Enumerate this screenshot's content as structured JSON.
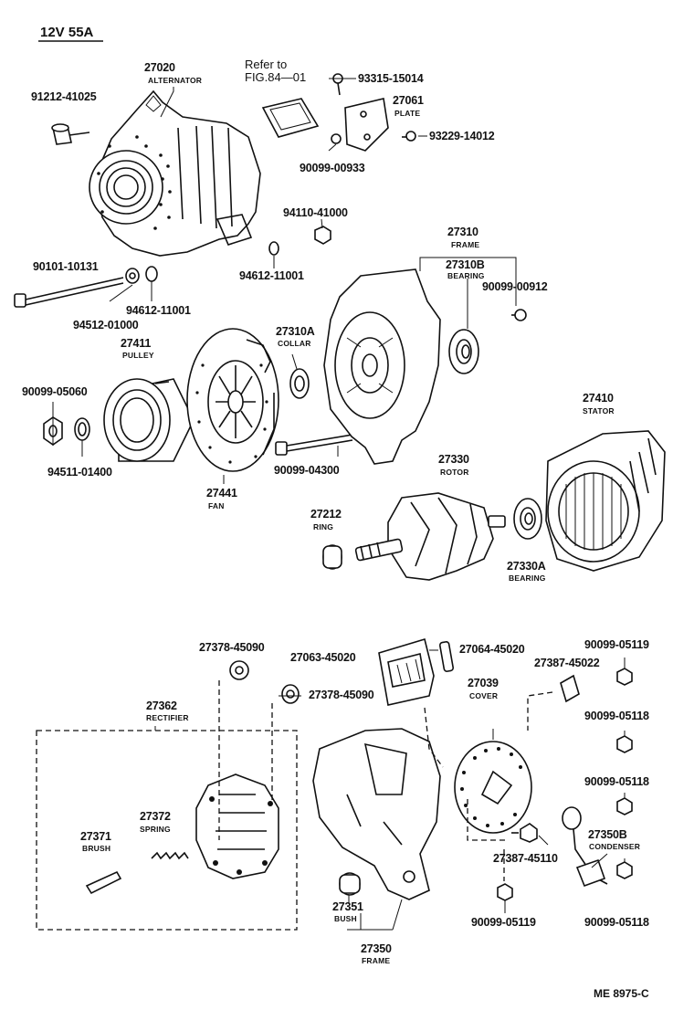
{
  "title": "12V 55A",
  "reference": {
    "line1": "Refer to",
    "line2": "FIG.84—01"
  },
  "figure_code": "ME  8975-C",
  "parts": {
    "alternator": {
      "number": "27020",
      "name": "ALTERNATOR"
    },
    "bolt_91212": {
      "number": "91212-41025"
    },
    "screw_93315": {
      "number": "93315-15014"
    },
    "plate": {
      "number": "27061",
      "name": "PLATE"
    },
    "screw_93229": {
      "number": "93229-14012"
    },
    "screw_90099_00933": {
      "number": "90099-00933"
    },
    "nut_94110": {
      "number": "94110-41000"
    },
    "washer_94612_a": {
      "number": "94612-11001"
    },
    "bolt_90101": {
      "number": "90101-10131"
    },
    "washer_94612_b": {
      "number": "94612-11001"
    },
    "nut_94512": {
      "number": "94512-01000"
    },
    "frame_drive": {
      "number": "27310",
      "name": "FRAME"
    },
    "bearing_front": {
      "number": "27310B",
      "name": "BEARING"
    },
    "screw_90099_00912": {
      "number": "90099-00912"
    },
    "pulley": {
      "number": "27411",
      "name": "PULLEY"
    },
    "collar": {
      "number": "27310A",
      "name": "COLLAR"
    },
    "nut_90099_05060": {
      "number": "90099-05060"
    },
    "washer_94511": {
      "number": "94511-01400"
    },
    "fan": {
      "number": "27441",
      "name": "FAN"
    },
    "bolt_90099_04300": {
      "number": "90099-04300"
    },
    "stator": {
      "number": "27410",
      "name": "STATOR"
    },
    "rotor": {
      "number": "27330",
      "name": "ROTOR"
    },
    "ring": {
      "number": "27212",
      "name": "RING"
    },
    "bearing_rear": {
      "number": "27330A",
      "name": "BEARING"
    },
    "bush_holder_27378_a": {
      "number": "27378-45090"
    },
    "bush_holder_27378_b": {
      "number": "27378-45090"
    },
    "regulator_27063": {
      "number": "27063-45020"
    },
    "part_27064": {
      "number": "27064-45020"
    },
    "screw_90099_05119_a": {
      "number": "90099-05119"
    },
    "terminal_27387_a": {
      "number": "27387-45022"
    },
    "cover": {
      "number": "27039",
      "name": "COVER"
    },
    "screw_90099_05118_a": {
      "number": "90099-05118"
    },
    "rectifier": {
      "number": "27362",
      "name": "RECTIFIER"
    },
    "spring": {
      "number": "27372",
      "name": "SPRING"
    },
    "brush": {
      "number": "27371",
      "name": "BRUSH"
    },
    "screw_90099_05118_b": {
      "number": "90099-05118"
    },
    "condenser": {
      "number": "27350B",
      "name": "CONDENSER"
    },
    "terminal_27387_b": {
      "number": "27387-45110"
    },
    "bush": {
      "number": "27351",
      "name": "BUSH"
    },
    "screw_90099_05119_b": {
      "number": "90099-05119"
    },
    "screw_90099_05118_c": {
      "number": "90099-05118"
    },
    "frame_rear": {
      "number": "27350",
      "name": "FRAME"
    }
  }
}
